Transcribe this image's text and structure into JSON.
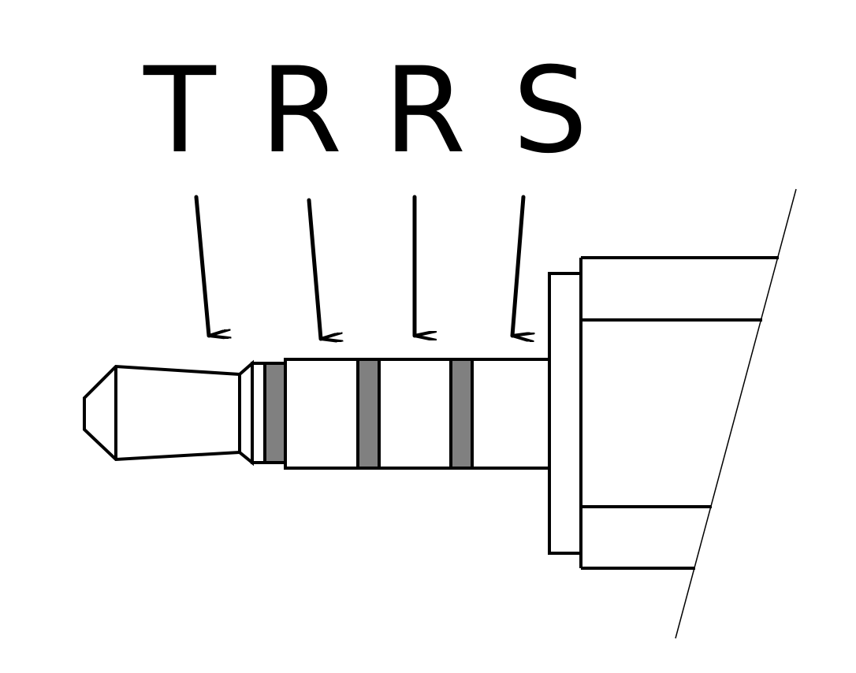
{
  "title_letters": [
    "T",
    "R",
    "R",
    "S"
  ],
  "colors": {
    "stroke": "#000000",
    "insulator": "#808080",
    "background": "#ffffff"
  }
}
